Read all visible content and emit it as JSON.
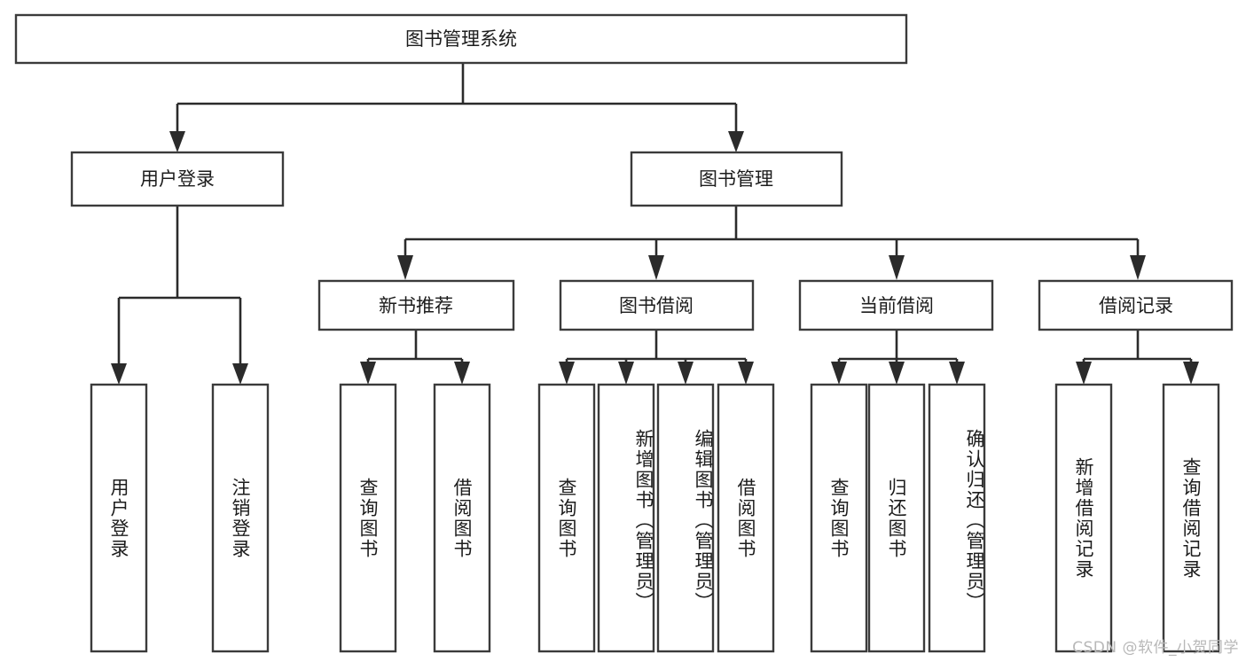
{
  "diagram": {
    "type": "tree-hierarchy-chart",
    "title_text": "图书管理系统",
    "colors": {
      "box_stroke": "#3b3b3b",
      "edge": "#2b2b2b",
      "background": "#ffffff",
      "text": "#1c1c1c",
      "watermark": "#b8b8b8"
    },
    "levels": {
      "root": {
        "label": "图书管理系统"
      },
      "level2": [
        {
          "id": "user-login",
          "label": "用户登录"
        },
        {
          "id": "book-management",
          "label": "图书管理"
        }
      ],
      "level3": [
        {
          "id": "new-book-recommend",
          "label": "新书推荐",
          "parent": "book-management"
        },
        {
          "id": "book-borrow",
          "label": "图书借阅",
          "parent": "book-management"
        },
        {
          "id": "current-borrow",
          "label": "当前借阅",
          "parent": "book-management"
        },
        {
          "id": "borrow-record",
          "label": "借阅记录",
          "parent": "book-management"
        }
      ],
      "leaves": [
        {
          "id": "leaf-user-login",
          "label": "用户登录",
          "parent": "user-login"
        },
        {
          "id": "leaf-logout-login",
          "label": "注销登录",
          "parent": "user-login"
        },
        {
          "id": "leaf-query-book-1",
          "label": "查询图书",
          "parent": "new-book-recommend"
        },
        {
          "id": "leaf-borrow-book-1",
          "label": "借阅图书",
          "parent": "new-book-recommend"
        },
        {
          "id": "leaf-query-book-2",
          "label": "查询图书",
          "parent": "book-borrow"
        },
        {
          "id": "leaf-add-book",
          "label": "新增图书（管理员）",
          "parent": "book-borrow"
        },
        {
          "id": "leaf-edit-book",
          "label": "编辑图书（管理员）",
          "parent": "book-borrow"
        },
        {
          "id": "leaf-borrow-book-2",
          "label": "借阅图书",
          "parent": "book-borrow"
        },
        {
          "id": "leaf-query-book-3",
          "label": "查询图书",
          "parent": "current-borrow"
        },
        {
          "id": "leaf-return-book",
          "label": "归还图书",
          "parent": "current-borrow"
        },
        {
          "id": "leaf-confirm-return",
          "label": "确认归还（管理员）",
          "parent": "current-borrow"
        },
        {
          "id": "leaf-add-record",
          "label": "新增借阅记录",
          "parent": "borrow-record"
        },
        {
          "id": "leaf-query-record",
          "label": "查询借阅记录",
          "parent": "borrow-record"
        }
      ]
    },
    "watermark": "CSDN @软件_小贺同学"
  }
}
